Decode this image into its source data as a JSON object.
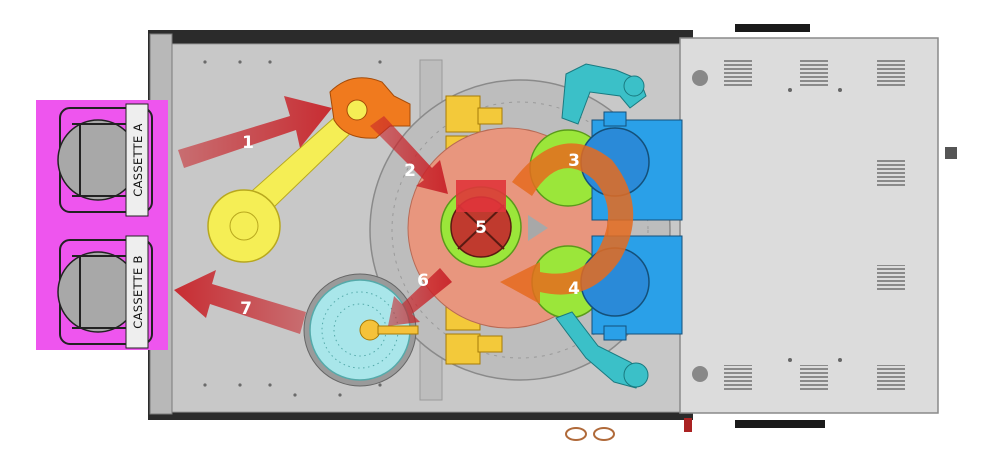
{
  "colors": {
    "cassette": "#ee55ee",
    "frame": "#2b2b2b",
    "base": "#c8c8c8",
    "cover": "#dcdcdc",
    "arm": "#f5ee55",
    "prealigner": "#f07a1e",
    "cooldown": "#a9e6ea",
    "chamber": "#e8967e",
    "process": "#9be63a",
    "robot": "#2aa0e8",
    "arrow_red": "#c8242a",
    "arrow_orange": "#e56b1f",
    "label": "#ffffff"
  },
  "cassettes": [
    {
      "id": "a",
      "label": "CASSETTE A"
    },
    {
      "id": "b",
      "label": "CASSETTE B"
    }
  ],
  "steps": [
    {
      "id": "1",
      "label": "1"
    },
    {
      "id": "2",
      "label": "2"
    },
    {
      "id": "3",
      "label": "3"
    },
    {
      "id": "4",
      "label": "4"
    },
    {
      "id": "5",
      "label": "5"
    },
    {
      "id": "6",
      "label": "6"
    },
    {
      "id": "7",
      "label": "7"
    }
  ]
}
